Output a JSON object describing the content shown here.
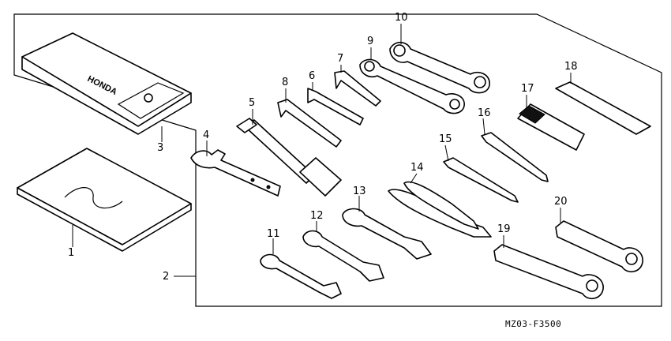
{
  "callouts": {
    "c1": "1",
    "c2": "2",
    "c3": "3",
    "c4": "4",
    "c5": "5",
    "c6": "6",
    "c7": "7",
    "c8": "8",
    "c9": "9",
    "c10": "10",
    "c11": "11",
    "c12": "12",
    "c13": "13",
    "c14": "14",
    "c15": "15",
    "c16": "16",
    "c17": "17",
    "c18": "18",
    "c19": "19",
    "c20": "20"
  },
  "bag_brand": "HONDA",
  "figure_ref": "MZ03-F3500",
  "colors": {
    "line": "#000000",
    "background": "#ffffff"
  }
}
